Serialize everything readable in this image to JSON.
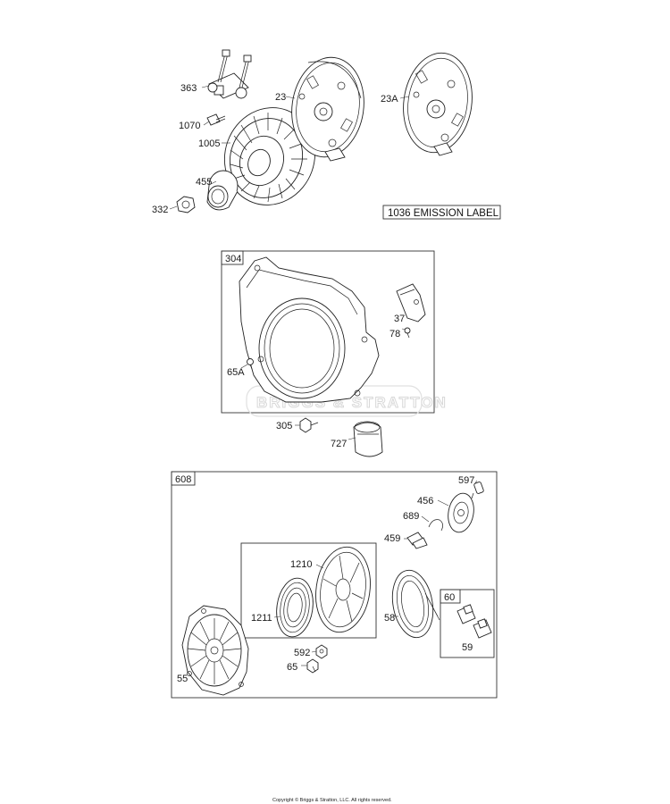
{
  "parts": {
    "p363": "363",
    "p23": "23",
    "p23a": "23A",
    "p1070": "1070",
    "p1005": "1005",
    "p455": "455",
    "p332": "332",
    "p304": "304",
    "p37": "37",
    "p78": "78",
    "p65a": "65A",
    "p305": "305",
    "p727": "727",
    "p608": "608",
    "p597": "597",
    "p456": "456",
    "p689": "689",
    "p459": "459",
    "p1210": "1210",
    "p1211": "1211",
    "p58": "58",
    "p60": "60",
    "p59": "59",
    "p592": "592",
    "p65": "65",
    "p55": "55"
  },
  "emission_label": "1036 EMISSION LABEL",
  "watermark": "BRIGGS & STRATTON",
  "copyright": "Copyright © Briggs & Stratton, LLC. All rights reserved.",
  "colors": {
    "line": "#222222",
    "background": "#ffffff",
    "watermark": "#d8d8d8"
  }
}
